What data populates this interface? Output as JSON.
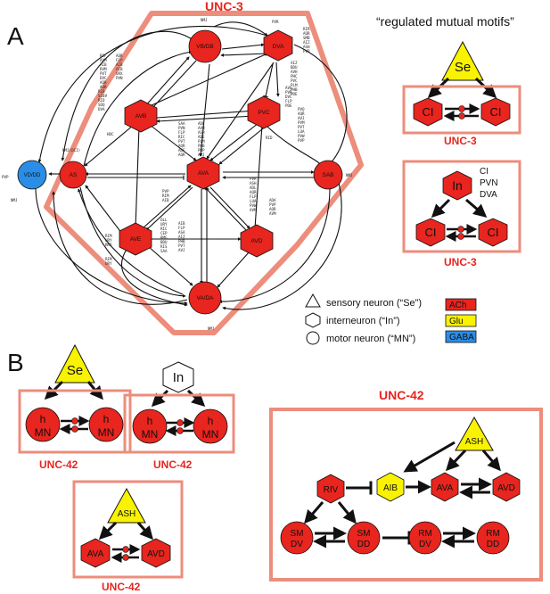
{
  "panels": {
    "a": {
      "letter": "A",
      "title": "UNC-3"
    },
    "b": {
      "letter": "B"
    }
  },
  "motifs_title": "“regulated mutual motifs”",
  "motif_labels": {
    "m1": "UNC-3",
    "m2": "UNC-3",
    "b1": "UNC-42",
    "b2": "UNC-42",
    "b3": "UNC-42",
    "big": "UNC-42"
  },
  "motif_nodes": {
    "se": "Se",
    "in": "In",
    "ci": "CI",
    "h": "h",
    "mn": "MN",
    "ash": "ASH",
    "ava": "AVA",
    "avd": "AVD",
    "aib": "AIB",
    "riv": "RIV",
    "sm": "SM",
    "dv": "DV",
    "dd": "DD",
    "rm": "RM"
  },
  "in_list": [
    "CI",
    "PVN",
    "DVA"
  ],
  "network": {
    "nodes": {
      "vbdb": "VB/DB",
      "dva": "DVA",
      "avb": "AVB",
      "pvc": "PVC",
      "as": "AS",
      "vddd": "VD/DD",
      "ava": "AVA",
      "sab": "SAB",
      "ave": "AVE",
      "avd": "AVD",
      "vada": "VA/DA"
    },
    "labels": {
      "nmj": "NMJ",
      "nmj_dci": "NMJ(DCI)",
      "pvr": "PVR",
      "pvp": "PVP",
      "hdc": "HDC",
      "rid": "RID"
    },
    "lists": {
      "l_vbdb": [
        "RIF",
        "AVM",
        "AIB",
        "RVM",
        "PVT",
        "DVC",
        "AQR",
        "AQR"
      ],
      "l_vbdb2": [
        "AQR",
        "FLP",
        "AIB",
        "AIB",
        "URX",
        "PVN"
      ],
      "l_dva": [
        "RIR",
        "AQR",
        "SMB",
        "AIZ",
        "ASH",
        "PVP"
      ],
      "l_dva2": [
        "AIZ",
        "BDU",
        "AVH",
        "PHC",
        "PVC",
        "PLM",
        "PHB",
        "PDE"
      ],
      "l_avb": [
        "RIB",
        "SIBV",
        "RID",
        "SDQ",
        "DVA"
      ],
      "l_pvc": [
        "AVG",
        "PVR",
        "DVC",
        "FLP",
        "PDE"
      ],
      "l_pvc2": [
        "PVQ",
        "AQR",
        "AVJ",
        "PVM",
        "PVT",
        "LUA",
        "PVW",
        "PVP"
      ],
      "l_ava": [
        "SAA",
        "PVN",
        "FLP",
        "RIC",
        "PVT",
        "AQR",
        "ADF",
        "AQR"
      ],
      "l_ava2": [
        "ADL",
        "AVH",
        "ASH",
        "ADE",
        "PLM",
        "PHB",
        "PHP",
        "AVJ"
      ],
      "l_ava3": [
        "PVP",
        "RIM",
        "AIB"
      ],
      "l_avd": [
        "PVR",
        "ASH",
        "ADL",
        "AQR",
        "FLP",
        "LUA",
        "PVW",
        "AVM"
      ],
      "l_avd2": [
        "ADA",
        "PVP",
        "AQR",
        "AVM"
      ],
      "l_ave": [
        "OLL",
        "URY",
        "RIC",
        "CEP",
        "RMG",
        "BDU",
        "RIS",
        "SAA"
      ],
      "l_ave2": [
        "AIB",
        "FLP",
        "ASA",
        "AIZ",
        "PHB",
        "PVT",
        "AVJ"
      ],
      "l_ave3": [
        "RIM",
        "URY",
        "RMD"
      ],
      "l_ave4": [
        "RIM",
        "URY"
      ]
    }
  },
  "legend": {
    "sensory": "sensory neuron (“Se”)",
    "inter": "interneuron (“In”)",
    "motor": "motor neuron (“MN”)",
    "ach": "ACh",
    "glu": "Glu",
    "gaba": "GABA"
  },
  "colors": {
    "red": "#e8251e",
    "yellow": "#f9f200",
    "blue": "#2a8ee6",
    "box": "#ed8d7c",
    "title": "#e8251e"
  }
}
